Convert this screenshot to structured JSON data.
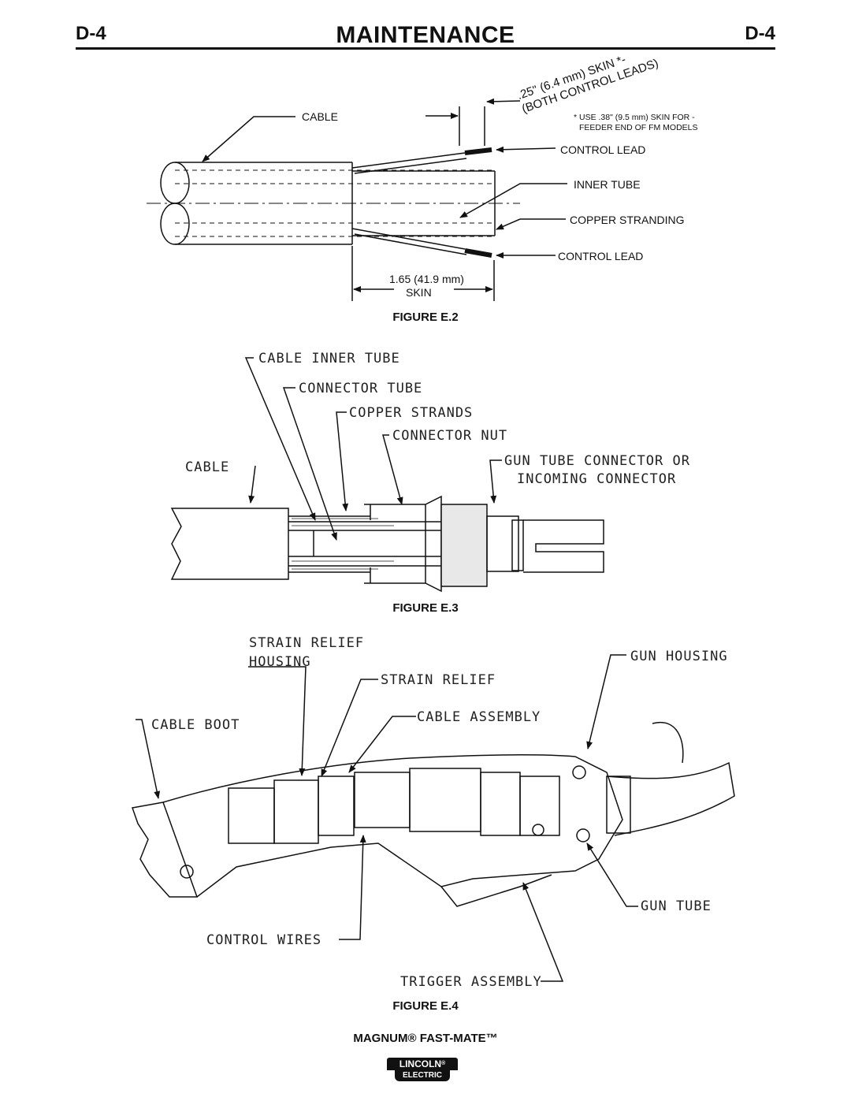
{
  "header": {
    "page_left": "D-4",
    "title": "MAINTENANCE",
    "page_right": "D-4"
  },
  "figure2": {
    "caption": "FIGURE E.2",
    "skin_dim_line1": ".25\" (6.4 mm) SKIN *-",
    "skin_dim_line2": "(BOTH CONTROL LEADS)",
    "note_line1": "* USE .38\" (9.5 mm) SKIN FOR -",
    "note_line2": "FEEDER END OF FM MODELS",
    "labels": {
      "cable": "CABLE",
      "control_lead_top": "CONTROL LEAD",
      "inner_tube": "INNER TUBE",
      "copper_stranding": "COPPER STRANDING",
      "control_lead_bottom": "CONTROL LEAD",
      "length_value": "1.65 (41.9 mm)",
      "length_label": "SKIN"
    }
  },
  "figure3": {
    "caption": "FIGURE E.3",
    "labels": {
      "cable_inner_tube": "CABLE INNER TUBE",
      "connector_tube": "CONNECTOR TUBE",
      "copper_strands": "COPPER STRANDS",
      "connector_nut": "CONNECTOR NUT",
      "cable": "CABLE",
      "gun_tube_connector_1": "GUN TUBE CONNECTOR OR",
      "gun_tube_connector_2": "INCOMING CONNECTOR"
    }
  },
  "figure4": {
    "caption": "FIGURE E.4",
    "labels": {
      "strain_relief_housing_1": "STRAIN RELIEF",
      "strain_relief_housing_2": "HOUSING",
      "strain_relief": "STRAIN RELIEF",
      "gun_housing": "GUN HOUSING",
      "cable_boot": "CABLE BOOT",
      "cable_assembly": "CABLE ASSEMBLY",
      "gun_tube": "GUN TUBE",
      "control_wires": "CONTROL WIRES",
      "trigger_assembly": "TRIGGER ASSEMBLY"
    }
  },
  "footer": {
    "product": "MAGNUM® FAST-MATE™",
    "logo_top": "LINCOLN",
    "logo_registered": "®",
    "logo_bottom": "ELECTRIC"
  }
}
